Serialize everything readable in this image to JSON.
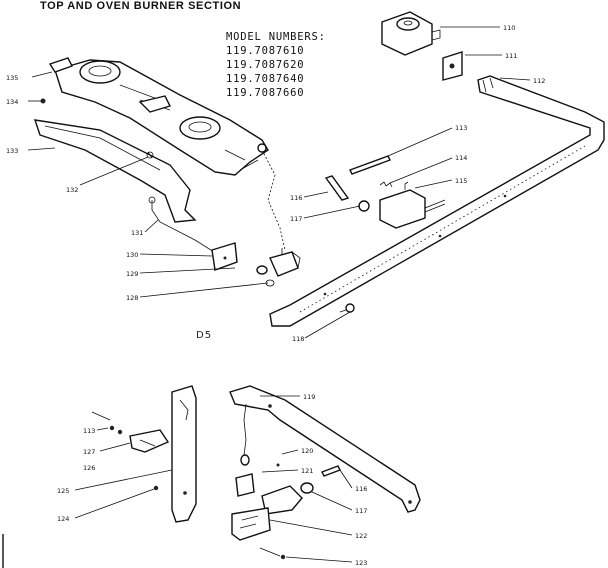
{
  "title": "TOP AND OVEN BURNER SECTION",
  "model_heading": "MODEL NUMBERS:",
  "models": [
    "119.7087610",
    "119.7087620",
    "119.7087640",
    "119.7087660"
  ],
  "section_label": "D5",
  "part_labels": {
    "p110": "110",
    "p111": "111",
    "p112": "112",
    "p113": "113",
    "p114": "114",
    "p115": "115",
    "p116": "116",
    "p117": "117",
    "p118": "118",
    "p128": "128",
    "p129": "129",
    "p130": "130",
    "p131": "131",
    "p132": "132",
    "p133": "133",
    "p134": "134",
    "p135": "135",
    "b113": "113",
    "b127": "127",
    "b126": "126",
    "b125": "125",
    "b124": "124",
    "b119": "119",
    "b120": "120",
    "b121": "121",
    "b116": "116",
    "b117": "117",
    "b122": "122",
    "b123": "123"
  }
}
